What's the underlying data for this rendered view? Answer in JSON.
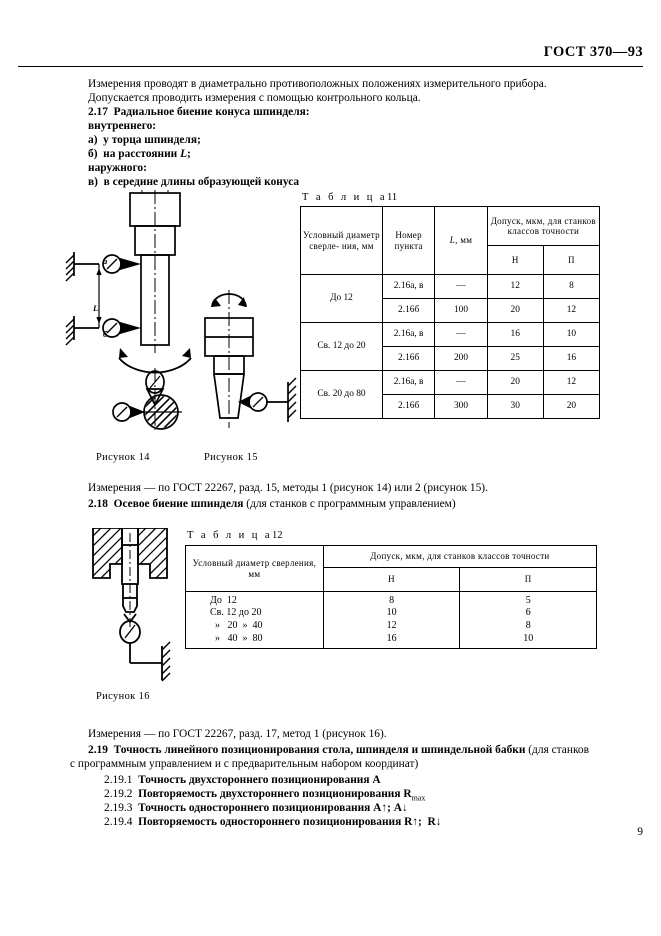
{
  "header": {
    "standard": "ГОСТ 370—93"
  },
  "intro": {
    "line1": "Измерения проводят в диаметрально противоположных положениях измерительного прибора.",
    "line2": "Допускается проводить измерения с помощью контрольного кольца.",
    "clause_2_17": "2.17  Радиальное биение конуса шпинделя:",
    "sub_internal": "внутреннего:",
    "item_a": "а)  у торца шпинделя;",
    "item_b_pre": "б)  на расстоянии ",
    "item_b_var": "L",
    "item_b_post": ";",
    "sub_external": "наружного:",
    "item_v": "в)  в середине длины образующей конуса"
  },
  "table11": {
    "caption_label": "Т а б л и ц а",
    "caption_number": "11",
    "headers": {
      "col1": "Условный\nдиаметр сверле-\nния, мм",
      "col2": "Номер\nпункта",
      "col3_italic": "L",
      "col3_rest": ", мм",
      "group": "Допуск, мкм,\nдля станков классов\nточности",
      "sub_n": "Н",
      "sub_p": "П"
    },
    "rows": [
      {
        "diameter": "До 12",
        "point": "2.16а, в",
        "L": "—",
        "n": "12",
        "p": "8"
      },
      {
        "diameter": "",
        "point": "2.16б",
        "L": "100",
        "n": "20",
        "p": "12"
      },
      {
        "diameter": "Св. 12 до 20",
        "point": "2.16а, в",
        "L": "—",
        "n": "16",
        "p": "10"
      },
      {
        "diameter": "",
        "point": "2.16б",
        "L": "200",
        "n": "25",
        "p": "16"
      },
      {
        "diameter": "Св. 20 до 80",
        "point": "2.16а, в",
        "L": "—",
        "n": "20",
        "p": "12"
      },
      {
        "diameter": "",
        "point": "2.16б",
        "L": "300",
        "n": "30",
        "p": "20"
      }
    ]
  },
  "figures": {
    "fig14_caption": "Рисунок 14",
    "fig15_caption": "Рисунок 15",
    "fig16_caption": "Рисунок 16",
    "fig14_label_a": "а",
    "fig14_label_b": "б",
    "fig14_label_L": "L"
  },
  "middle": {
    "measure_note": "Измерения — по ГОСТ 22267, разд. 15, методы 1 (рисунок 14) или 2 (рисунок 15).",
    "clause_2_18_bold": "2.18  Осевое биение шпинделя",
    "clause_2_18_rest": " (для станков с программным управлением)"
  },
  "table12": {
    "caption_label": "Т а б л и ц а",
    "caption_number": "12",
    "headers": {
      "col1": "Условный диаметр\nсверления, мм",
      "group": "Допуск, мкм, для станков классов точности",
      "sub_n": "Н",
      "sub_p": "П"
    },
    "diameter_list": "До  12\nСв. 12 до 20\n  »   20  »  40\n  »   40  »  80",
    "n_list": "8\n10\n12\n16",
    "p_list": "5\n6\n8\n10"
  },
  "bottom": {
    "measure_note": "Измерения — по ГОСТ 22267, разд. 17, метод 1 (рисунок 16).",
    "clause_2_19_bold": "2.19  Точность линейного позиционирования стола, шпинделя и шпиндельной бабки",
    "clause_2_19_rest": " (для станков",
    "clause_2_19_line2": "с программным управлением и с предварительным набором координат)",
    "item_1_num": "2.19.1  ",
    "item_1_bold": "Точность двухстороннего позиционирования А",
    "item_2_num": "2.19.2  ",
    "item_2_bold": "Повторяемость двухстороннего позиционирования R",
    "item_2_sub": "max",
    "item_3_num": "2.19.3  ",
    "item_3_bold": "Точность одностороннего позиционирования А↑; А↓",
    "item_4_num": "2.19.4  ",
    "item_4_bold": "Повторяемость одностороннего позиционирования R↑;  R↓"
  },
  "page_number": "9"
}
